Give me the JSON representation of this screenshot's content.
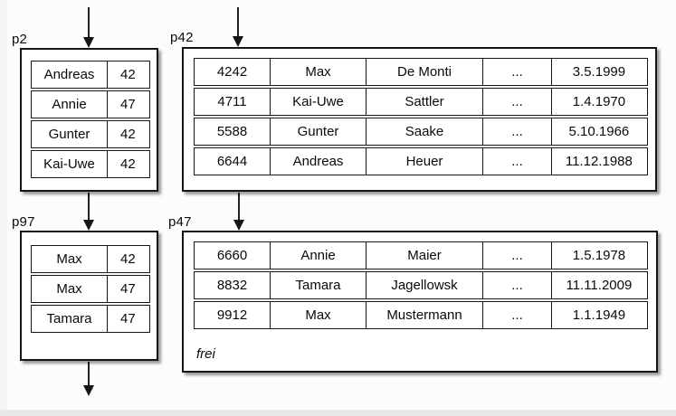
{
  "diagram": {
    "title_hidden": "",
    "pages": {
      "p2": {
        "label": "p2",
        "rows": [
          [
            "Andreas",
            "42"
          ],
          [
            "Annie",
            "47"
          ],
          [
            "Gunter",
            "42"
          ],
          [
            "Kai-Uwe",
            "42"
          ]
        ]
      },
      "p42": {
        "label": "p42",
        "rows": [
          [
            "4242",
            "Max",
            "De Monti",
            "...",
            "3.5.1999"
          ],
          [
            "4711",
            "Kai-Uwe",
            "Sattler",
            "...",
            "1.4.1970"
          ],
          [
            "5588",
            "Gunter",
            "Saake",
            "...",
            "5.10.1966"
          ],
          [
            "6644",
            "Andreas",
            "Heuer",
            "...",
            "11.12.1988"
          ]
        ]
      },
      "p97": {
        "label": "p97",
        "rows": [
          [
            "Max",
            "42"
          ],
          [
            "Max",
            "47"
          ],
          [
            "Tamara",
            "47"
          ]
        ]
      },
      "p47": {
        "label": "p47",
        "rows": [
          [
            "6660",
            "Annie",
            "Maier",
            "...",
            "1.5.1978"
          ],
          [
            "8832",
            "Tamara",
            "Jagellowsk",
            "...",
            "11.11.2009"
          ],
          [
            "9912",
            "Max",
            "Mustermann",
            "...",
            "1.1.1949"
          ]
        ],
        "free_label": "frei"
      }
    },
    "colors": {
      "border": "#151515",
      "box_fill": "#ffffff",
      "background": "#fcfcfc",
      "bottom_bar": "#e7e7e7",
      "arrow": "#202020"
    }
  }
}
